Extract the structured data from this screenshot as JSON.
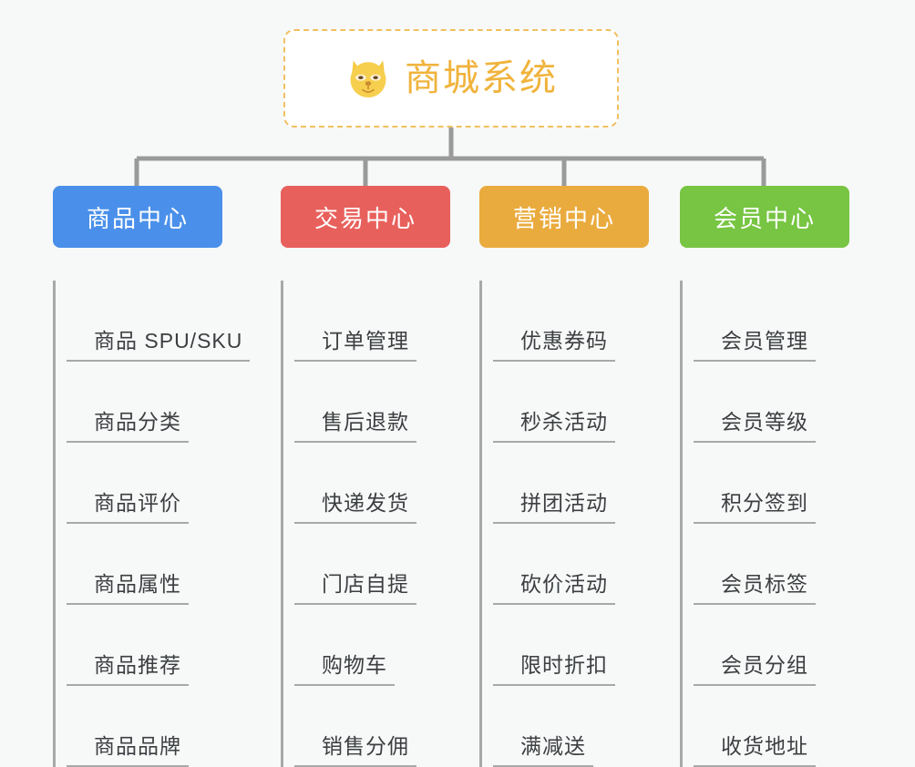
{
  "root": {
    "title": "商城系统",
    "icon": "shiba-dog-face-icon",
    "border_color": "#f0c060",
    "text_color": "#f0b33c",
    "background": "#ffffff"
  },
  "canvas": {
    "background": "#f7f8f8",
    "connector_color": "#9a9a9a",
    "leaf_rule_color": "#aaaaaa",
    "leaf_text_color": "#3c3f41"
  },
  "branches": [
    {
      "id": "product-center",
      "label": "商品中心",
      "color": "#4a90ea",
      "items": [
        "商品 SPU/SKU",
        "商品分类",
        "商品评价",
        "商品属性",
        "商品推荐",
        "商品品牌"
      ]
    },
    {
      "id": "trade-center",
      "label": "交易中心",
      "color": "#e8605c",
      "items": [
        "订单管理",
        "售后退款",
        "快递发货",
        "门店自提",
        "购物车",
        "销售分佣"
      ]
    },
    {
      "id": "marketing-center",
      "label": "营销中心",
      "color": "#eaab3e",
      "items": [
        "优惠券码",
        "秒杀活动",
        "拼团活动",
        "砍价活动",
        "限时折扣",
        "满减送"
      ]
    },
    {
      "id": "member-center",
      "label": "会员中心",
      "color": "#77c council"
    }
  ]
}
